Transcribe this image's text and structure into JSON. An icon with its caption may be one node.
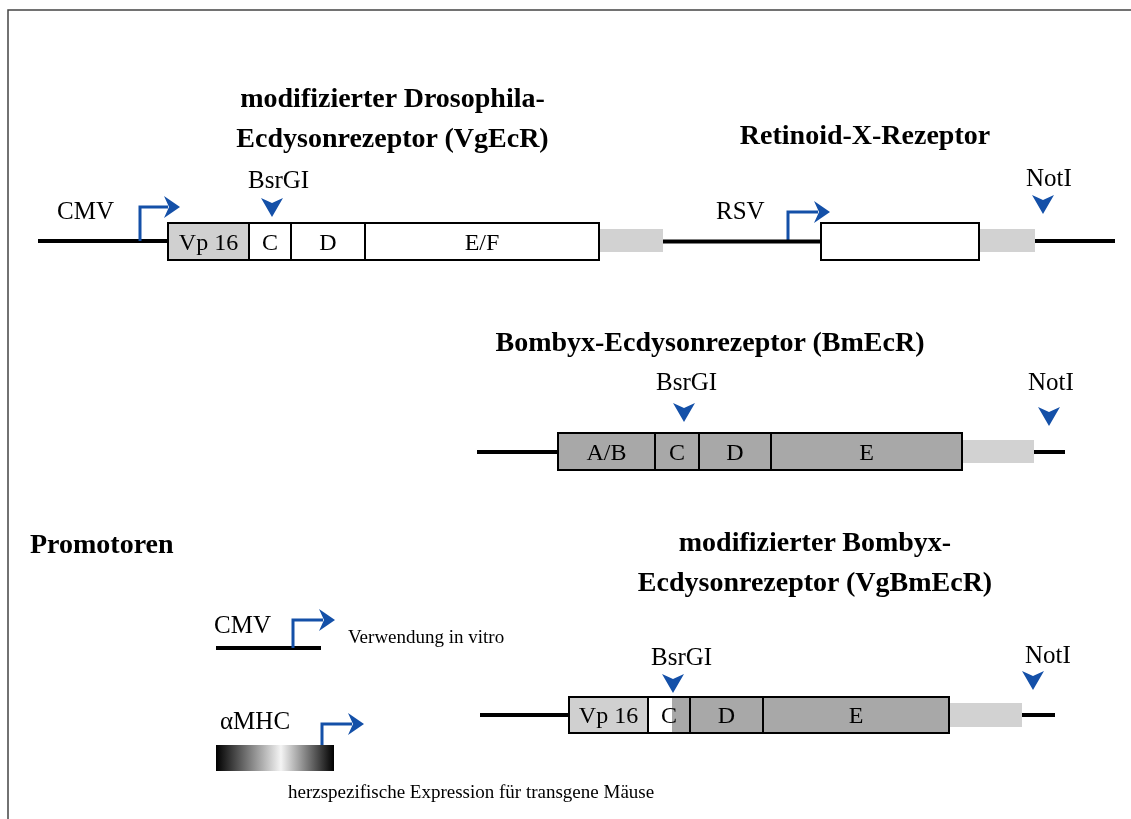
{
  "diagram": {
    "nodes": [
      {
        "text": [
          "Vp 16"
        ]
      },
      {
        "text": [
          "C"
        ]
      },
      {
        "text": [
          "D"
        ]
      },
      {
        "text": [
          "E/F"
        ]
      },
      {
        "text": [],
        "shape": "box"
      },
      {
        "text": [
          "A/B"
        ]
      },
      {
        "text": [
          "C"
        ]
      },
      {
        "text": [
          "D"
        ]
      },
      {
        "text": [
          "E"
        ]
      },
      {
        "text": [
          "Vp 16"
        ]
      },
      {
        "text": [
          "C"
        ]
      },
      {
        "text": [
          "D"
        ]
      },
      {
        "text": [
          "E"
        ]
      },
      {
        "text": [],
        "shape": "bar",
        "beside": [
          "αMHC"
        ]
      }
    ],
    "edges": [
      {
        "from": 3,
        "to": 4,
        "arrow": "none"
      }
    ],
    "labels": [
      "modifizierter Drosophila- Ecdysonrezeptor (VgEcR)",
      "Retinoid-X-Rezeptor",
      "CMV",
      "BsrGI",
      "NotI",
      "RSV",
      "Bombyx-Ecdysonrezeptor (BmEcR)",
      "BsrGI",
      "NotI",
      "Promotoren",
      "modifizierter Bombyx- Ecdysonrezeptor (VgBmEcR)",
      "CMV",
      "Verwendung in vitro",
      "BsrGI",
      "NotI",
      "herzspezifische Expression für transgene Mäuse"
    ]
  }
}
